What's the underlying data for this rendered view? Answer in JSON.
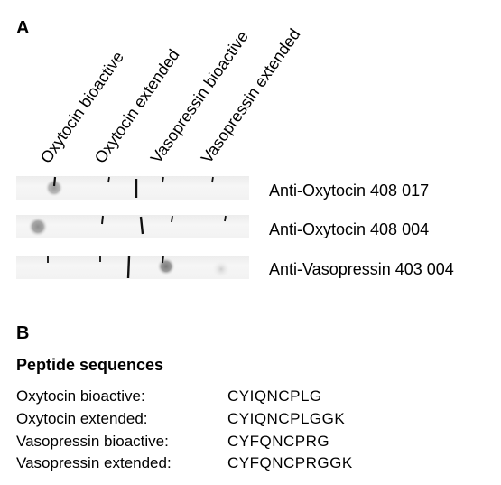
{
  "panel_a": {
    "label": "A",
    "columns": [
      "Oxytocin bioactive",
      "Oxytocin extended",
      "Vasopressin bioactive",
      "Vasopressin extended"
    ],
    "strips": [
      {
        "label": "Anti-Oxytocin 408 017"
      },
      {
        "label": "Anti-Oxytocin 408 004"
      },
      {
        "label": "Anti-Vasopressin 403 004"
      }
    ]
  },
  "panel_b": {
    "label": "B",
    "title": "Peptide sequences",
    "rows": [
      {
        "name": "Oxytocin bioactive:",
        "sequence": "CYIQNCPLG"
      },
      {
        "name": "Oxytocin extended:",
        "sequence": "CYIQNCPLGGK"
      },
      {
        "name": "Vasopressin bioactive:",
        "sequence": "CYFQNCPRG"
      },
      {
        "name": "Vasopressin extended:",
        "sequence": "CYFQNCPRGGK"
      }
    ]
  }
}
